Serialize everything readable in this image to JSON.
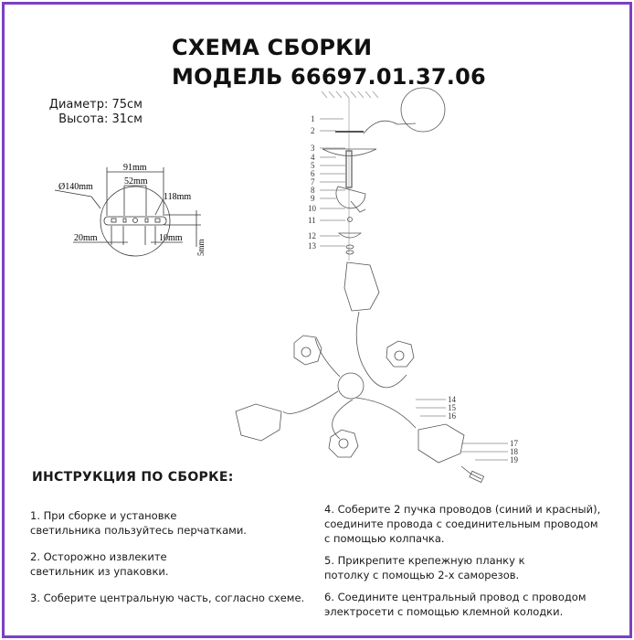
{
  "header": {
    "title_line1": "СХЕМА СБОРКИ",
    "title_line2": "МОДЕЛЬ 66697.01.37.06"
  },
  "specs": {
    "diameter": "Диаметр: 75см",
    "height": "Высота: 31см"
  },
  "mount_dims": {
    "d_plate": "Ø140mm",
    "width_outer": "91mm",
    "width_inner": "52mm",
    "length": "118mm",
    "offset_left": "20mm",
    "offset_right": "10mm",
    "thickness": "5mm"
  },
  "part_labels": [
    "1",
    "2",
    "3",
    "4",
    "5",
    "6",
    "7",
    "8",
    "9",
    "10",
    "11",
    "12",
    "13",
    "14",
    "15",
    "16",
    "17",
    "18",
    "19"
  ],
  "instructions": {
    "heading": "ИНСТРУКЦИЯ ПО СБОРКЕ:",
    "steps": [
      {
        "l1": "1. При сборке и установке",
        "l2": "светильника пользуйтесь перчатками.",
        "l3": ""
      },
      {
        "l1": "2. Осторожно извлеките",
        "l2": "светильник из упаковки.",
        "l3": ""
      },
      {
        "l1": "3. Соберите центральную часть, согласно схеме.",
        "l2": "",
        "l3": ""
      },
      {
        "l1": "4. Соберите 2 пучка проводов (синий и красный),",
        "l2": "соедините провода с соединительным проводом",
        "l3": "с помощью колпачка."
      },
      {
        "l1": "5. Прикрепите крепежную планку к",
        "l2": "потолку с помощью 2-х саморезов.",
        "l3": ""
      },
      {
        "l1": "6. Соедините центральный провод с проводом",
        "l2": "электросети с помощью клемной колодки.",
        "l3": ""
      }
    ]
  },
  "colors": {
    "frame": "#7b3fc4"
  }
}
